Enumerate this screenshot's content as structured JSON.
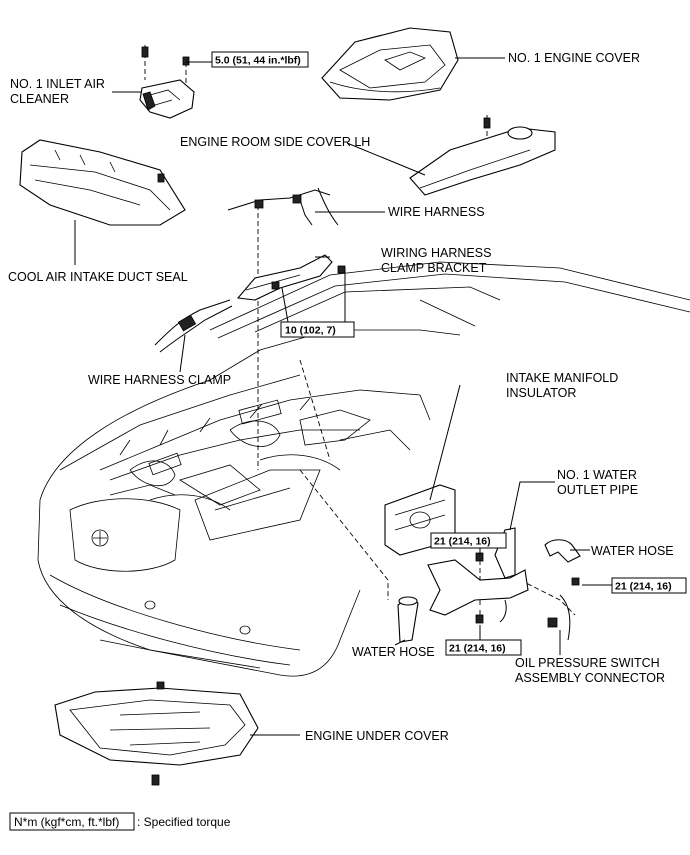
{
  "labels": {
    "inlet_air_cleaner": [
      "NO. 1 INLET AIR",
      "CLEANER"
    ],
    "engine_cover": "NO. 1 ENGINE COVER",
    "side_cover": "ENGINE ROOM SIDE COVER LH",
    "wire_harness": "WIRE HARNESS",
    "clamp_bracket": [
      "WIRING HARNESS",
      "CLAMP BRACKET"
    ],
    "duct_seal": "COOL AIR INTAKE DUCT SEAL",
    "harness_clamp": "WIRE HARNESS CLAMP",
    "manifold_insulator": [
      "INTAKE MANIFOLD",
      "INSULATOR"
    ],
    "water_outlet_pipe": [
      "NO. 1 WATER",
      "OUTLET PIPE"
    ],
    "water_hose_right": "WATER HOSE",
    "water_hose_left": "WATER HOSE",
    "oil_pressure": [
      "OIL PRESSURE SWITCH",
      "ASSEMBLY CONNECTOR"
    ],
    "under_cover": "ENGINE UNDER COVER"
  },
  "torques": {
    "inlet": "5.0 (51, 44 in.*lbf)",
    "bracket": "10 (102, 7)",
    "pipe_left": "21 (214, 16)",
    "pipe_right": "21 (214, 16)",
    "pipe_bottom": "21 (214, 16)"
  },
  "legend": {
    "unit": "N*m (kgf*cm, ft.*lbf)",
    "text": ": Specified torque"
  }
}
